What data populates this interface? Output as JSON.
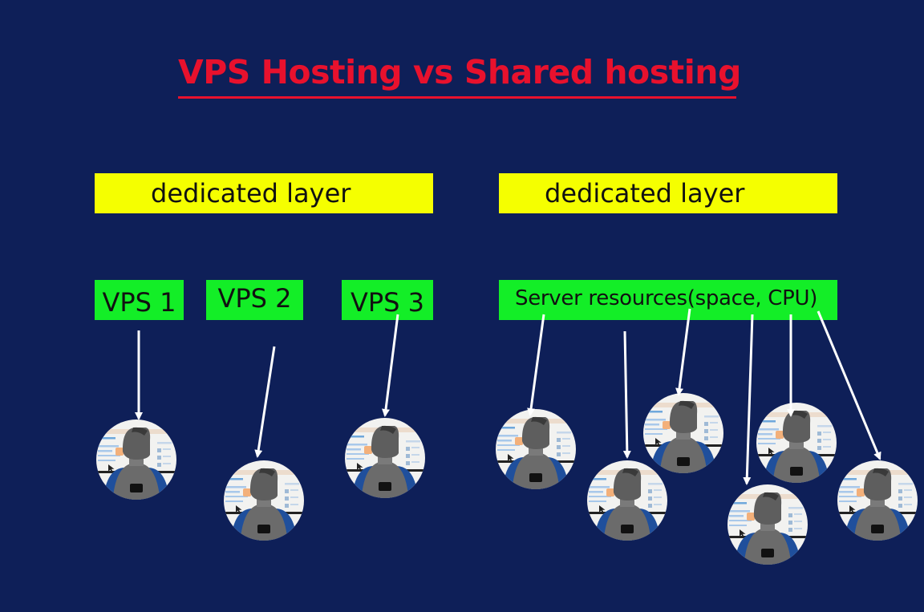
{
  "title": "VPS Hosting vs Shared hosting",
  "colors": {
    "background": "#0e1f58",
    "title": "#e8112d",
    "layer_box": "#f5ff00",
    "resource_box": "#13ee27",
    "arrow": "#ffffff"
  },
  "vps_side": {
    "layer_label": "dedicated layer",
    "vps_labels": [
      "VPS 1",
      "VPS 2",
      "VPS 3"
    ]
  },
  "shared_side": {
    "layer_label": "dedicated layer",
    "resource_label": "Server resources(space, CPU)"
  },
  "icons": {
    "user": "user-at-computer-icon"
  }
}
